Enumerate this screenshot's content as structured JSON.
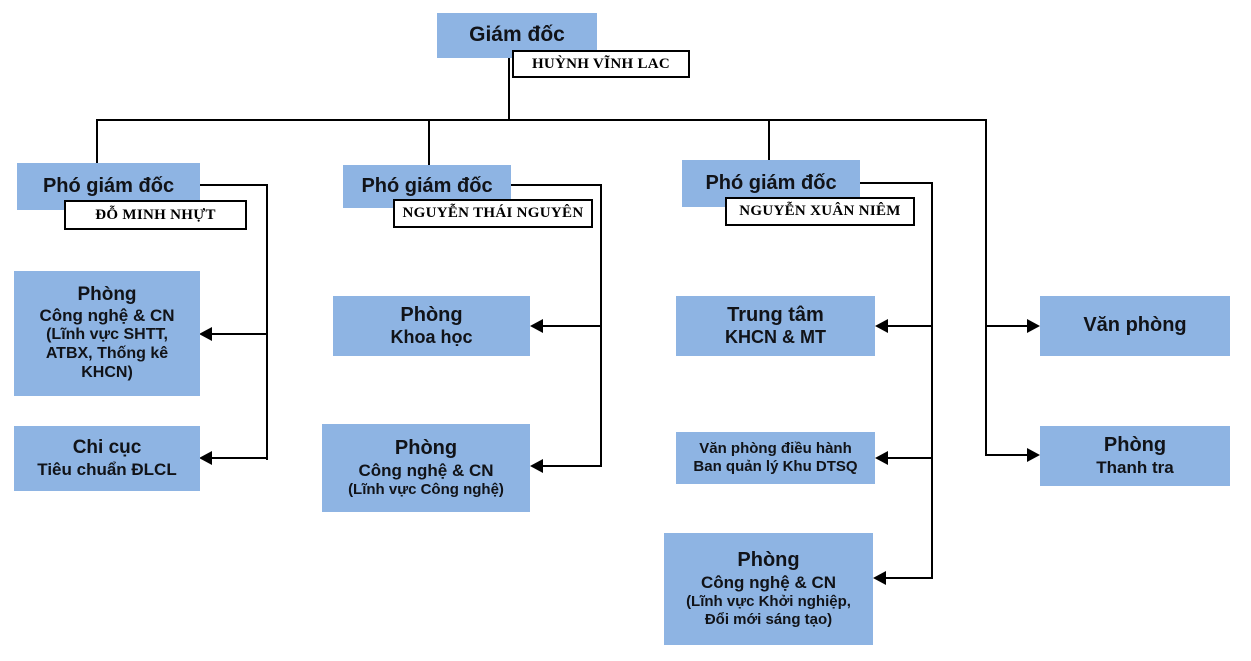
{
  "colors": {
    "box_fill": "#8EB4E3",
    "line": "#000000",
    "plate_bg": "#FFFFFF",
    "plate_border": "#000000",
    "text": "#111318"
  },
  "nodes": {
    "director": {
      "title": "Giám đốc",
      "name": "HUỲNH VĨNH LAC"
    },
    "deputy1": {
      "title": "Phó giám đốc",
      "name": "ĐỖ MINH NHỰT"
    },
    "deputy2": {
      "title": "Phó giám đốc",
      "name": "NGUYỄN THÁI NGUYÊN"
    },
    "deputy3": {
      "title": "Phó giám đốc",
      "name": "NGUYỄN XUÂN NIÊM"
    },
    "phong_cn_shtt": {
      "title": "Phòng",
      "lines": [
        "Công nghệ & CN",
        "(Lĩnh vực SHTT,",
        "ATBX, Thống kê",
        "KHCN)"
      ]
    },
    "chi_cuc": {
      "title": "Chi cục",
      "lines": [
        "Tiêu chuẩn ĐLCL"
      ]
    },
    "phong_khoa_hoc": {
      "title": "Phòng",
      "lines": [
        "Khoa học"
      ]
    },
    "phong_cn_cong_nghe": {
      "title": "Phòng",
      "lines": [
        "Công nghệ & CN",
        "(Lĩnh vực Công nghệ)"
      ]
    },
    "trung_tam": {
      "title": "Trung tâm",
      "lines": [
        "KHCN & MT"
      ]
    },
    "vp_dieu_hanh": {
      "lines": [
        "Văn phòng điều hành",
        "Ban quản lý Khu DTSQ"
      ]
    },
    "phong_cn_khoi_nghiep": {
      "title": "Phòng",
      "lines": [
        "Công nghệ & CN",
        "(Lĩnh vực Khởi nghiệp,",
        "Đổi mới sáng tạo)"
      ]
    },
    "van_phong": {
      "title": "Văn phòng"
    },
    "phong_thanh_tra": {
      "title": "Phòng",
      "lines": [
        "Thanh tra"
      ]
    }
  }
}
